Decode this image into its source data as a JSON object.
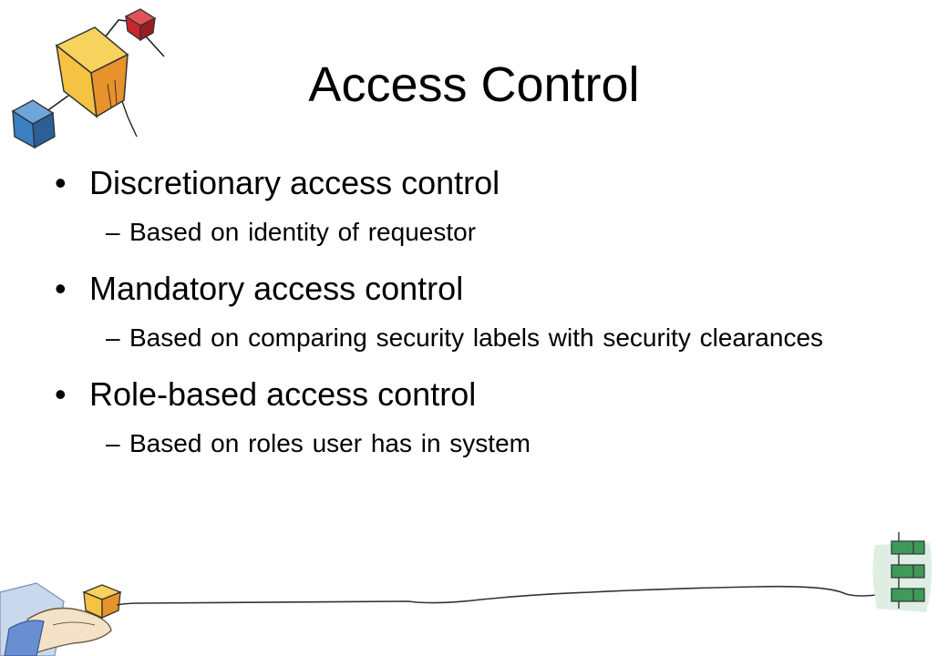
{
  "slide": {
    "title": "Access Control",
    "bullets": [
      {
        "marker": "•",
        "text": "Discretionary access control",
        "sub": [
          {
            "marker": "–",
            "text": "Based on identity of requestor"
          }
        ]
      },
      {
        "marker": "•",
        "text": "Mandatory access control",
        "sub": [
          {
            "marker": "–",
            "text": "Based on comparing security labels with security clearances"
          }
        ]
      },
      {
        "marker": "•",
        "text": "Role-based access control",
        "sub": [
          {
            "marker": "–",
            "text": "Based on roles user has in system"
          }
        ]
      }
    ]
  },
  "colors": {
    "background": "#ffffff",
    "text": "#000000",
    "box_yellow": "#f5c242",
    "box_orange": "#e8922b",
    "box_blue": "#3a7fc1",
    "box_red": "#c8262c",
    "box_green": "#3d9a5a",
    "hand_blue": "#6a8fd0"
  },
  "icons": [
    "network-boxes-illustration",
    "hand-holding-box-illustration",
    "stacked-green-boxes-illustration",
    "connecting-wire-line"
  ]
}
